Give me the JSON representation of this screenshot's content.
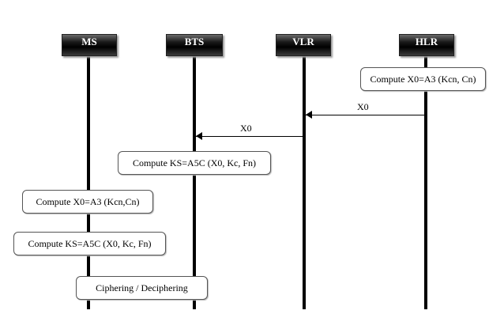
{
  "participants": [
    {
      "id": "ms",
      "label": "MS"
    },
    {
      "id": "bts",
      "label": "BTS"
    },
    {
      "id": "vlr",
      "label": "VLR"
    },
    {
      "id": "hlr",
      "label": "HLR"
    }
  ],
  "steps": {
    "hlr_compute": "Compute X0=A3 (Kcn, Cn)",
    "hlr_to_vlr": "X0",
    "vlr_to_bts": "X0",
    "bts_compute": "Compute KS=A5C (X0, Kc, Fn)",
    "ms_compute_x0": "Compute X0=A3 (Kcn,Cn)",
    "ms_compute_ks": "Compute KS=A5C (X0, Kc, Fn)",
    "ciphering": "Ciphering / Deciphering"
  }
}
